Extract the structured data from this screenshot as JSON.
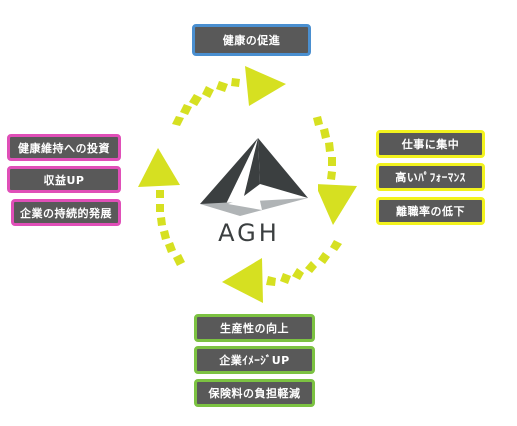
{
  "center": {
    "logo_text": "AGH"
  },
  "top": {
    "items": [
      {
        "label": "健康の促進"
      }
    ]
  },
  "right": {
    "items": [
      {
        "label": "仕事に集中"
      },
      {
        "label": "高いﾊﾟﾌｫｰﾏﾝｽ"
      },
      {
        "label": "離職率の低下"
      }
    ]
  },
  "bottom": {
    "items": [
      {
        "label": "生産性の向上"
      },
      {
        "label": "企業ｲﾒｰｼﾞUP"
      },
      {
        "label": "保険料の負担軽減"
      }
    ]
  },
  "left": {
    "items": [
      {
        "label": "健康維持への投資"
      },
      {
        "label": "収益UP"
      },
      {
        "label": "企業の持続的発展"
      }
    ]
  },
  "colors": {
    "arrow": "#d6e021",
    "box_fill": "#595959",
    "top_border": "#4a8fd0",
    "right_border": "#f2f21e",
    "bottom_border": "#7cc242",
    "left_border": "#e04fb8",
    "logo_dark": "#3b3f40"
  }
}
